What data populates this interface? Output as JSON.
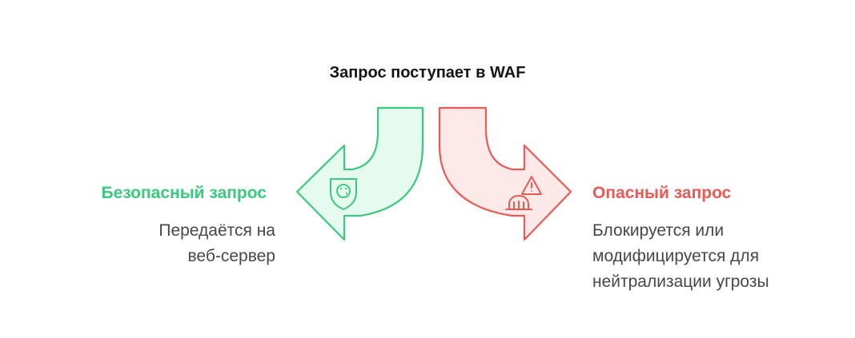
{
  "title": "Запрос поступает в WAF",
  "left": {
    "heading": "Безопасный запрос",
    "description_line1": "Передаётся на",
    "description_line2": "веб-сервер",
    "icon": "shield-icon",
    "color": "#3cc87e",
    "fill": "#e6fbef"
  },
  "right": {
    "heading": "Опасный запрос",
    "description_line1": "Блокируется или",
    "description_line2": "модифицируется для",
    "description_line3": "нейтрализации угрозы",
    "icon": "warning-icon",
    "color": "#e85a55",
    "fill": "#fde9e8"
  }
}
